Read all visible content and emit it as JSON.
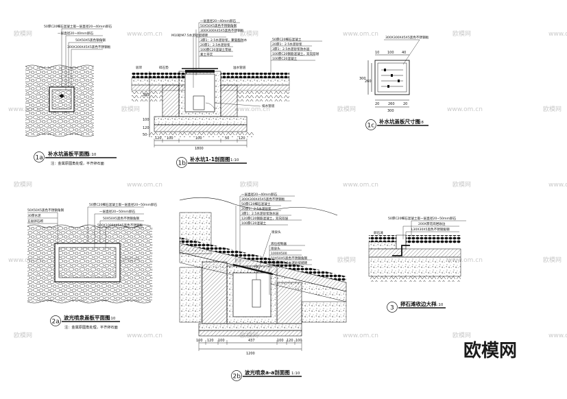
{
  "watermark": {
    "site_text": "www.om.cn",
    "logo_text": "欧模网"
  },
  "brand": {
    "logo_text": "欧模网"
  },
  "drawings": {
    "d1a": {
      "index": "1a",
      "title": "补水坑盖板平面图",
      "scale": "1:10",
      "note": "注：金属原圆角处理，平齐卵石面",
      "labels": [
        "50厚C20细石混凝土嵌一层直径20~40mm卵石",
        "一层直径20~40mm卵石",
        "50X50X5黑色钢角钢",
        "300X300X45X5黑色不锈钢板"
      ]
    },
    "d1b": {
      "index": "1b",
      "title": "补水坑1-1剖面图",
      "scale": "1:10",
      "labels": [
        "一层直径20~40mm卵石",
        "50X50X5黑色不锈钢角钢",
        "300X300X45X5黑色不锈钢板",
        "M10砂M7.5水泥砂浆砌砖",
        "3厚1：2.5水泥砂浆，聚氨酯防水",
        "20厚1：2.5水泥砂浆",
        "100厚C20混凝土垫层",
        "50厚C20细石混凝土",
        "20厚1：2.5水泥砂浆",
        "3厚1：2.5水泥砂浆防水层",
        "100厚C20钢筋混凝土，双向双层",
        "100厚C20混凝土",
        "素土夯实"
      ],
      "side_labels": [
        "驳岸",
        "碎石垫",
        "溢水管道"
      ],
      "drain_label": "排水管道",
      "dims": [
        "120",
        "100",
        "100",
        "50",
        "120"
      ],
      "total_dim": "1800",
      "heights": [
        "380",
        "100",
        "120",
        "50"
      ]
    },
    "d1c": {
      "index": "1c",
      "title": "补水坑盖板尺寸图",
      "scale": "1:8",
      "label": "300X300X45X5黑色不锈钢板",
      "top_dims": [
        "10",
        "100",
        "40"
      ],
      "dim_v": [
        "300",
        "260"
      ],
      "dim_h": [
        "20",
        "260",
        "20"
      ],
      "total": "300"
    },
    "d2a": {
      "index": "2a",
      "title": "波光喷泉盖板平面图",
      "scale": "1:10",
      "note": "注：金属原圆角处理，平齐卵石面",
      "labels": [
        "50厚C20细石混凝土嵌一层直径20~50mm卵石",
        "一层直径20~50mm卵石",
        "50X50X5黑色不锈钢角钢",
        "500X1000X45X5黑色不锈钢板"
      ],
      "left_labels": [
        "50X50X5黑色不锈钢角钢",
        "30厚水泥",
        "五层卵石砌"
      ]
    },
    "d2b": {
      "index": "2b",
      "title": "波光喷泉a-a剖面图",
      "scale": "1:10",
      "labels": [
        "一层直径20~40mm卵石",
        "300X300X45X5黑色不锈钢板",
        "50厚C20细石混凝土",
        "20厚1：2.5水泥砂浆",
        "3厚1：2.5水泥砂浆防水层",
        "120厚C20钢筋混凝土，双向双层",
        "100厚C20混凝土",
        "喷泉头"
      ],
      "inner_labels": [
        "液位控制器",
        "喷泉头",
        "1000X500",
        "50X50X5黑色不锈钢角钢",
        "M10砂M7.5水泥砂浆砌砖"
      ],
      "dims": [
        "100",
        "120",
        "100",
        "437",
        "100",
        "120",
        "100"
      ],
      "total_dim": "1200"
    },
    "d3": {
      "index": "3",
      "title": "卵石滩收边大样",
      "scale": "1:10",
      "labels": [
        "50厚C20细石混凝土嵌一层直径20~50mm卵石",
        "200X厚花岗岩收边",
        "L30X30X5黑色不锈钢角钢"
      ],
      "side_label": "卵石滩"
    }
  }
}
